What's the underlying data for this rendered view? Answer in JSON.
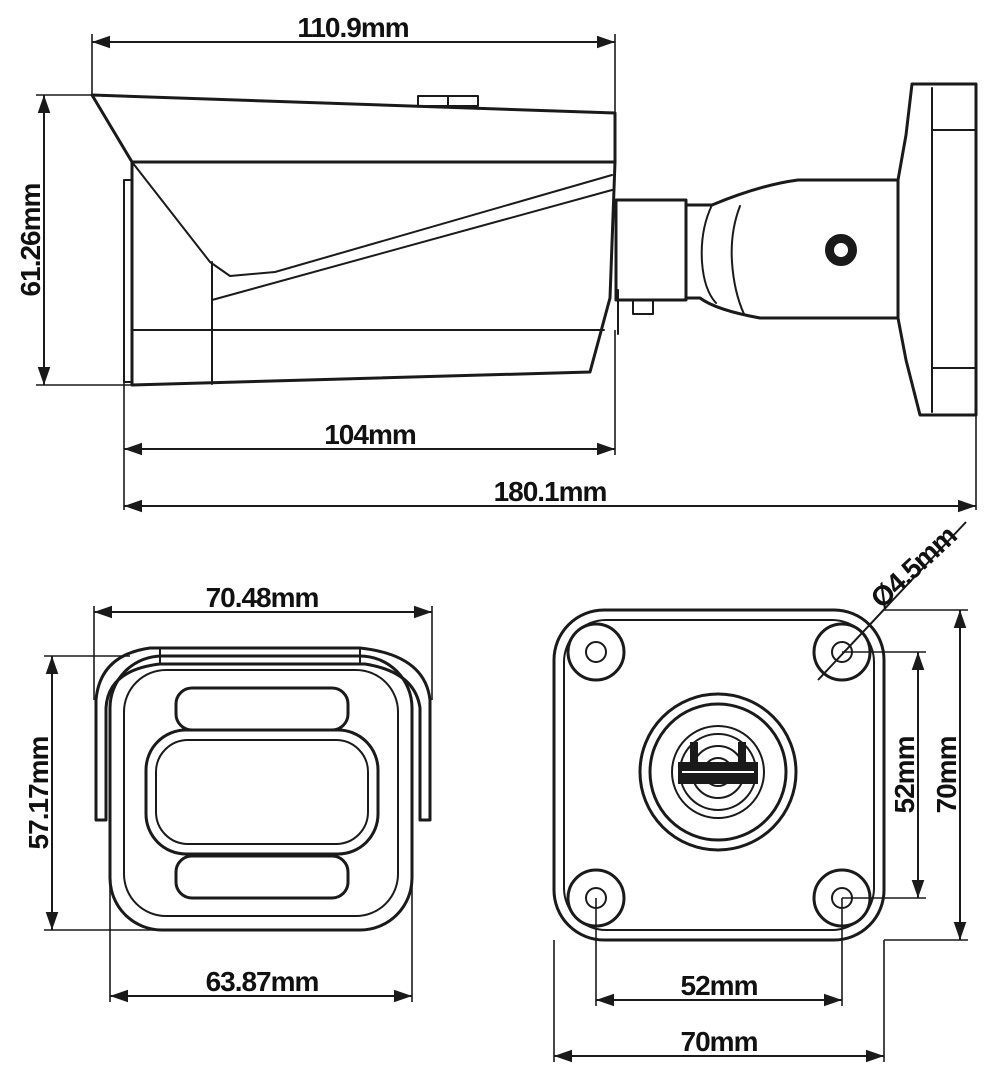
{
  "side_view": {
    "top_length": "110.9mm",
    "height": "61.26mm",
    "body_length": "104mm",
    "total_length": "180.1mm"
  },
  "front_view": {
    "top_width": "70.48mm",
    "height": "57.17mm",
    "bottom_width": "63.87mm"
  },
  "mount_view": {
    "hole_diameter": "Ø4.5mm",
    "hole_spacing_vertical": "52mm",
    "plate_height": "70mm",
    "hole_spacing_horizontal": "52mm",
    "plate_width": "70mm"
  }
}
